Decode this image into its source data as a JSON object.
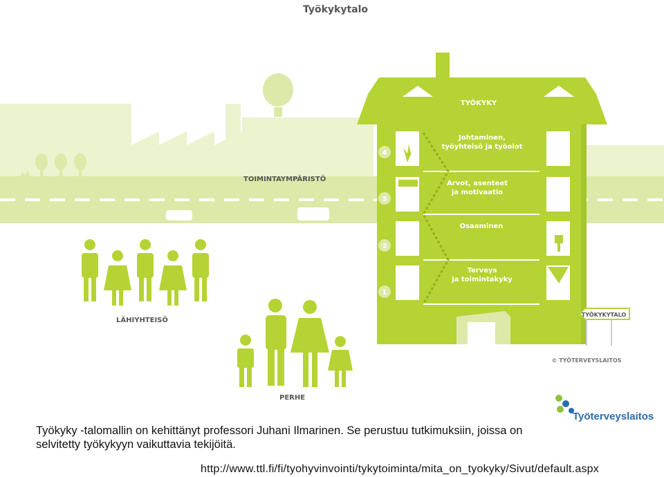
{
  "diagram": {
    "title": "Työkykytalo",
    "roof_label": "TYÖKYKY",
    "environment_label": "TOIMINTAYMPÄRISTÖ",
    "community_label": "LÄHIYHTEISÖ",
    "family_label": "PERHE",
    "sign_label": "TYÖKYKYTALO",
    "copyright": "© TYÖTERVEYSLAITOS",
    "floors": [
      {
        "number": "4",
        "line1": "Johtaminen,",
        "line2": "työyhteisö ja työolot"
      },
      {
        "number": "3",
        "line1": "Arvot, asenteet",
        "line2": "ja motivaatio"
      },
      {
        "number": "2",
        "line1": "Osaaminen",
        "line2": ""
      },
      {
        "number": "1",
        "line1": "Terveys",
        "line2": "ja toimintakyky"
      }
    ],
    "colors": {
      "green": "#b5d334",
      "dark_green": "#8fb21e",
      "light_green": "#dce9a8",
      "pale_green": "#ecf3cf"
    }
  },
  "caption": {
    "text": "Työkyky -talomallin on kehittänyt professori Juhani Ilmarinen. Se perustuu tutkimuksiin, joissa on selvitetty työkykyyn vaikuttavia tekijöitä."
  },
  "url": "http://www.ttl.fi/fi/tyohyvinvointi/tykytoiminta/mita_on_tyokyky/Sivut/default.aspx",
  "logo": {
    "text": "Työterveyslaitos",
    "icon": "ttl-logo-icon"
  }
}
